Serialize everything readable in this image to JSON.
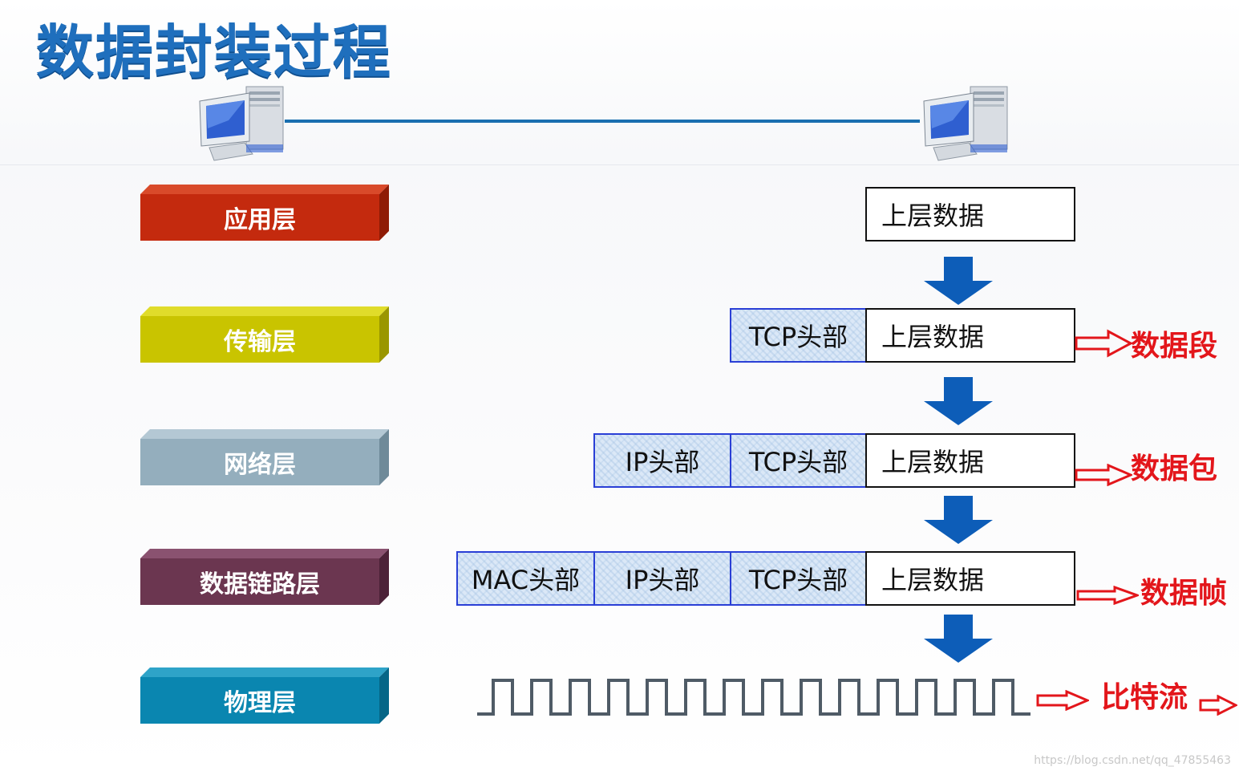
{
  "title": "数据封装过程",
  "layers": [
    {
      "label": "应用层",
      "color": "#c42a0e",
      "top": "#d94a2a",
      "side": "#8f1c06"
    },
    {
      "label": "传输层",
      "color": "#c9c400",
      "top": "#e0dc2a",
      "side": "#9a9600"
    },
    {
      "label": "网络层",
      "color": "#94aebd",
      "top": "#b4c8d4",
      "side": "#6f8a99"
    },
    {
      "label": "数据链路层",
      "color": "#6b3650",
      "top": "#8a5270",
      "side": "#4c2238"
    },
    {
      "label": "物理层",
      "color": "#0a86b0",
      "top": "#2ea3c8",
      "side": "#066687"
    }
  ],
  "encapsulation": {
    "application": {
      "data": "上层数据"
    },
    "transport": {
      "tcp": "TCP头部",
      "data": "上层数据",
      "unit": "数据段"
    },
    "network": {
      "ip": "IP头部",
      "tcp": "TCP头部",
      "data": "上层数据",
      "unit": "数据包"
    },
    "datalink": {
      "mac": "MAC头部",
      "ip": "IP头部",
      "tcp": "TCP头部",
      "data": "上层数据",
      "unit": "数据帧"
    },
    "physical": {
      "unit": "比特流"
    }
  },
  "watermark": "https://blog.csdn.net/qq_47855463",
  "colors": {
    "accent": "#1f6fbd",
    "link": "#1a6fb0",
    "arrow": "#0d5db8",
    "red": "#e3161b",
    "signal": "#4f5b66"
  },
  "icons": [
    "computer-icon",
    "down-arrow-icon",
    "red-arrow-icon"
  ]
}
